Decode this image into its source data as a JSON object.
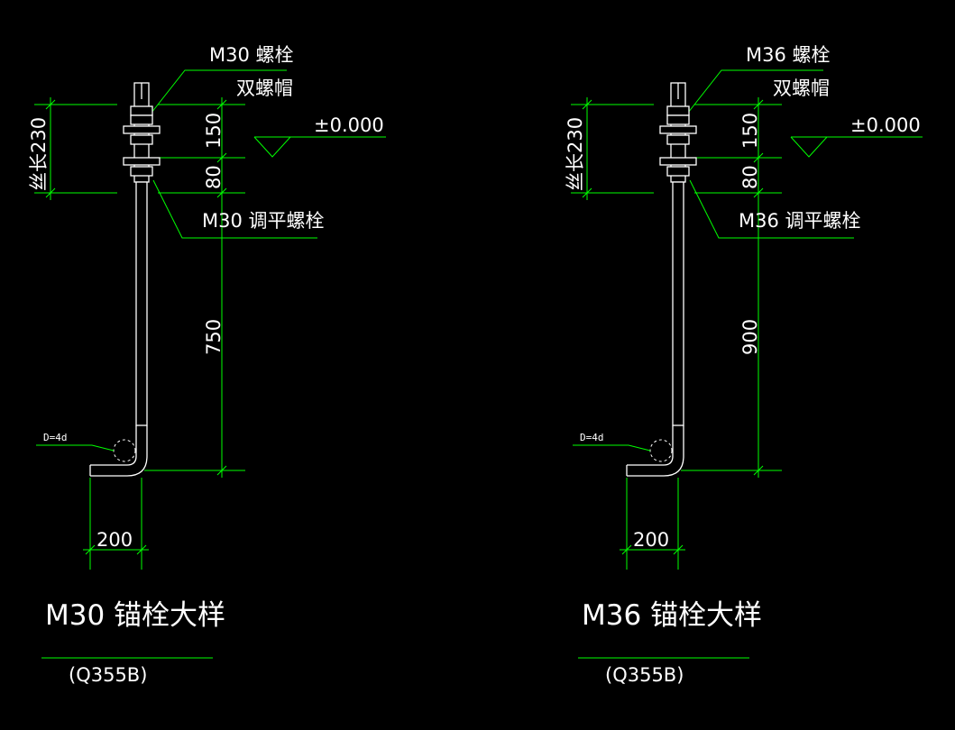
{
  "details": [
    {
      "bolt_label": "M30 螺栓",
      "double_nut_label": "双螺帽",
      "elevation_label": "±0.000",
      "thread_length_label": "丝长230",
      "dim_top": "150",
      "dim_mid": "80",
      "dim_long": "750",
      "leveling_bolt_label": "M30 调平螺栓",
      "bend_label": "D=4d",
      "hook_dim": "200",
      "title": "M30 锚栓大样",
      "material": "(Q355B)"
    },
    {
      "bolt_label": "M36 螺栓",
      "double_nut_label": "双螺帽",
      "elevation_label": "±0.000",
      "thread_length_label": "丝长230",
      "dim_top": "150",
      "dim_mid": "80",
      "dim_long": "900",
      "leveling_bolt_label": "M36 调平螺栓",
      "bend_label": "D=4d",
      "hook_dim": "200",
      "title": "M36 锚栓大样",
      "material": "(Q355B)"
    }
  ],
  "colors": {
    "background": "#000000",
    "linework": "#ffffff",
    "dimension_lines": "#00ff00"
  }
}
